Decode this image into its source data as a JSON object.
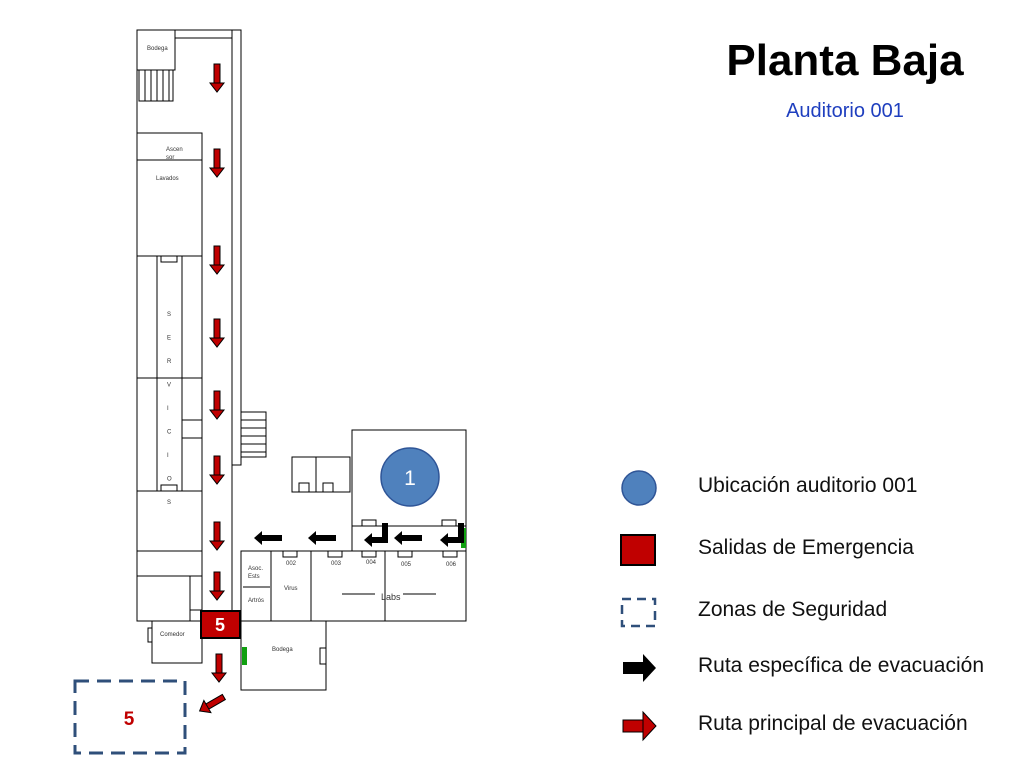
{
  "header": {
    "title": "Planta Baja",
    "subtitle": "Auditorio 001"
  },
  "colors": {
    "red": "#c00000",
    "blue_marker": "#4f81bd",
    "dashed": "#2f4f7a",
    "green": "#10a010"
  },
  "plan": {
    "rooms": {
      "bodega_top": "Bodega",
      "ascensor_1": "Ascen",
      "ascensor_2": "sor",
      "lavados": "Lavados",
      "servicios": [
        "S",
        "E",
        "R",
        "V",
        "I",
        "C",
        "I",
        "O",
        "S"
      ],
      "comedor": "Comedor",
      "bodega_bottom": "Bodega",
      "asoc_1": "Asoc.",
      "asoc_2": "Ests",
      "artros": "Artrós",
      "virus": "Virus",
      "labs": "Labs",
      "r002": "002",
      "r003": "003",
      "r004": "004",
      "r005": "005",
      "r006": "006"
    },
    "markers": {
      "auditorio": "1",
      "exit": "5",
      "safe_zone": "5"
    }
  },
  "legend": [
    {
      "icon": "blue-circle-icon",
      "label": "Ubicación auditorio 001"
    },
    {
      "icon": "red-square-icon",
      "label": "Salidas de Emergencia"
    },
    {
      "icon": "dashed-square-icon",
      "label": "Zonas de Seguridad"
    },
    {
      "icon": "black-arrow-icon",
      "label": "Ruta específica de evacuación"
    },
    {
      "icon": "red-arrow-icon",
      "label": "Ruta principal de evacuación"
    }
  ]
}
